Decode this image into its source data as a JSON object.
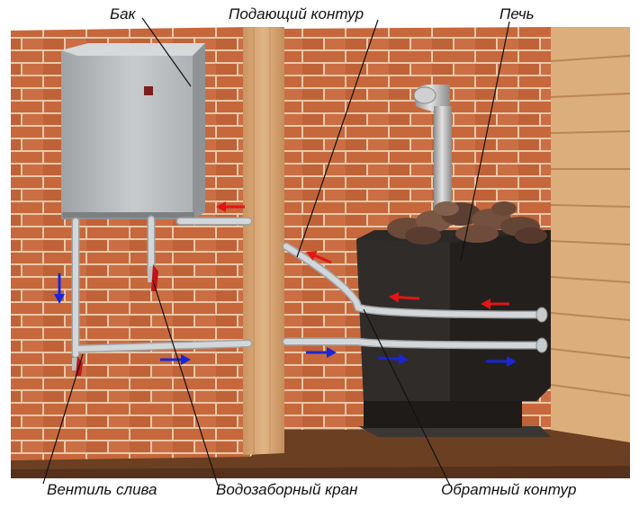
{
  "labels": {
    "tank": "Бак",
    "supply_circuit": "Подающий контур",
    "stove": "Печь",
    "drain_valve": "Вентиль слива",
    "water_tap": "Водозаборный кран",
    "return_circuit": "Обратный контур"
  },
  "colors": {
    "hot_arrow": "#e01616",
    "cold_arrow": "#1a26d6",
    "brick": "#c7673c",
    "mortar": "#e7c9a9",
    "wood": "#d9a874",
    "stove": "#26221f",
    "tank": "#b9bcbf",
    "pipe": "#cfd2d4"
  }
}
